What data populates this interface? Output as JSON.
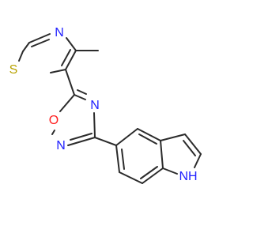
{
  "molecule": {
    "atoms": {
      "thiazole_s": {
        "label": "S",
        "color": "#b8a200"
      },
      "thiazole_n": {
        "label": "N",
        "color": "#2020ff"
      },
      "oxadiazole_o": {
        "label": "O",
        "color": "#ff2020"
      },
      "oxadiazole_n4": {
        "label": "N",
        "color": "#2020ff"
      },
      "oxadiazole_n2": {
        "label": "N",
        "color": "#2020ff"
      },
      "indole_nh": {
        "label": "NH",
        "color": "#2020ff"
      }
    },
    "bond_color": "#2b2b2b"
  }
}
